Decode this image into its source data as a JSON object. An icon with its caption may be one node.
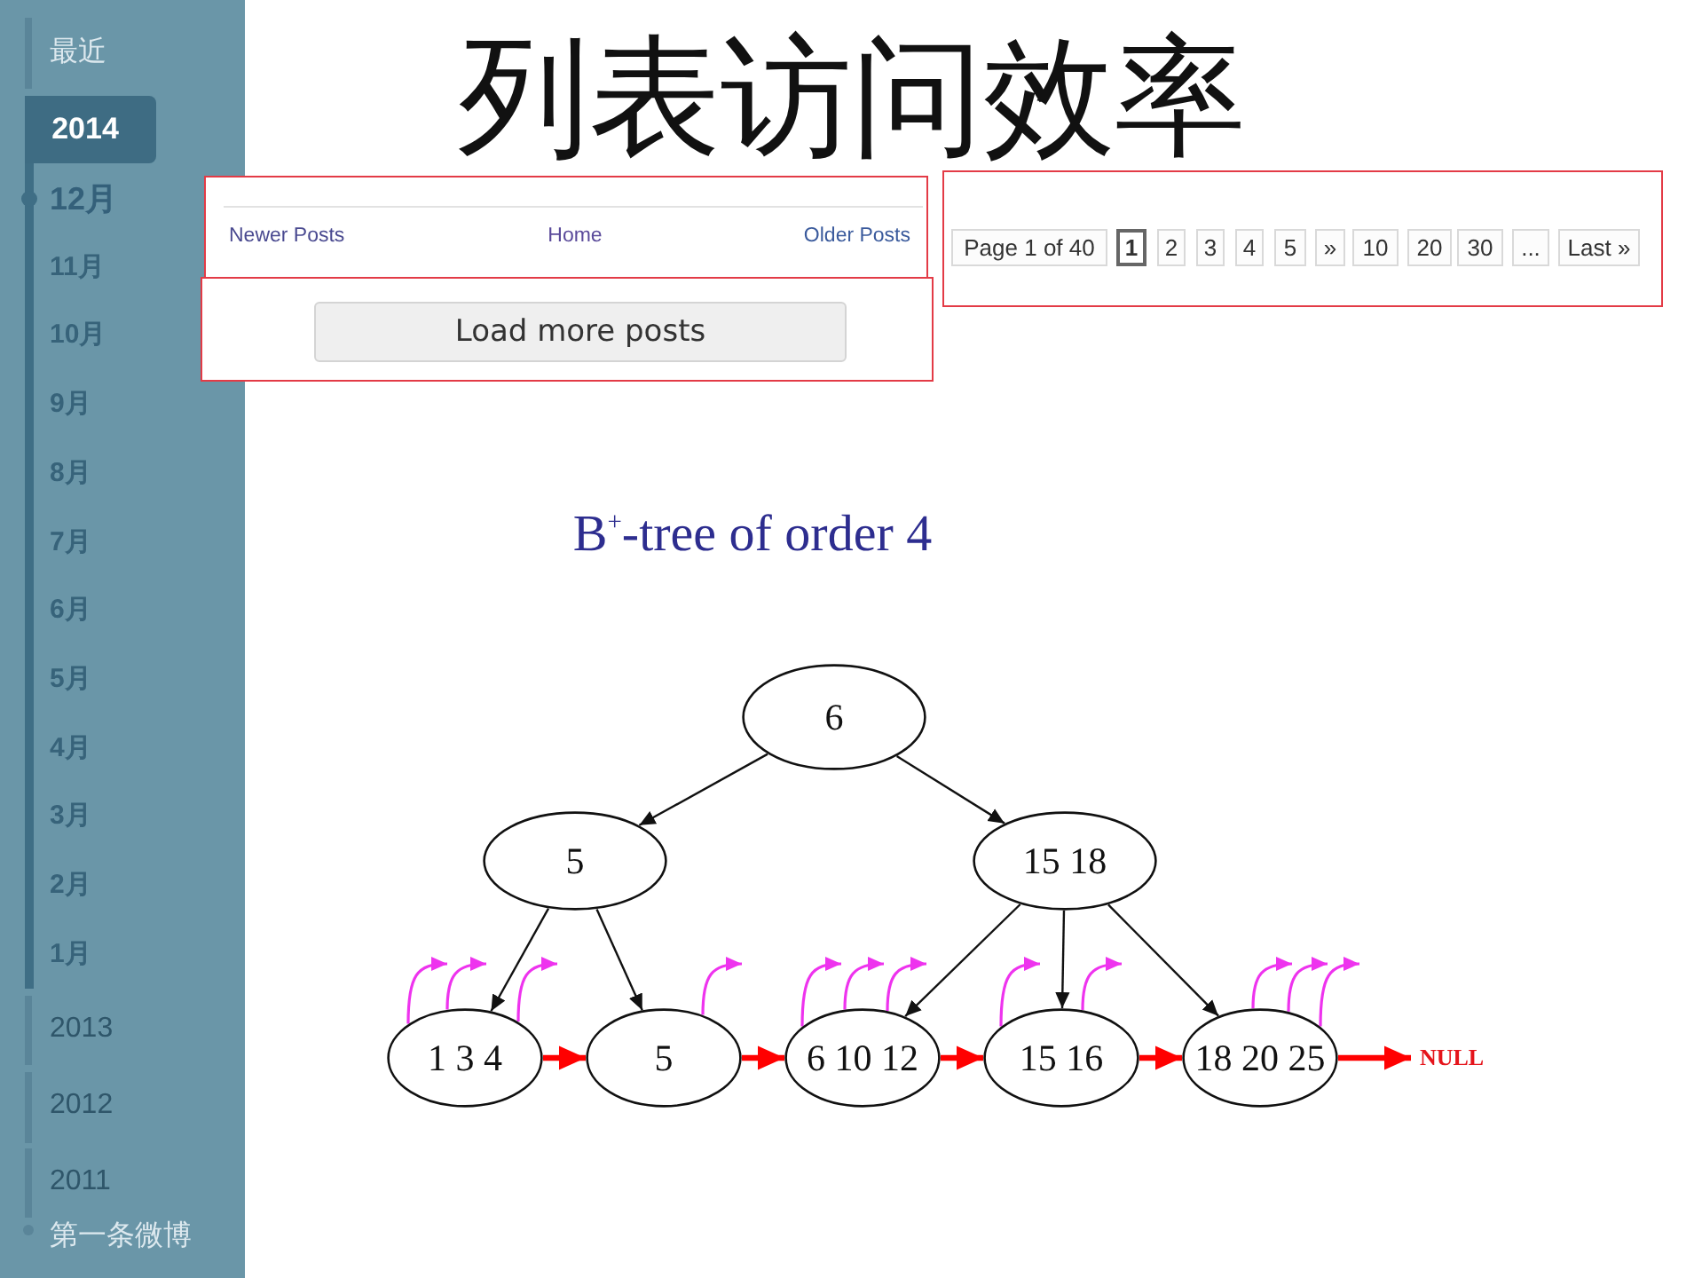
{
  "diagram": {
    "title": "列表访问效率",
    "nodes": [
      {
        "text": [
          "最近",
          "12月",
          "11月",
          "10月",
          "9月",
          "8月",
          "7月",
          "6月",
          "5月",
          "4月",
          "3月",
          "2月",
          "1月",
          "2013",
          "2012",
          "2011",
          "第一条微博"
        ]
      },
      {
        "text": [
          "2014"
        ],
        "in": 0
      },
      {
        "text": [
          "Newer Posts",
          "Home",
          "Older Posts"
        ]
      },
      {
        "text": [],
        "shape": "box"
      },
      {
        "text": [
          "Load more posts"
        ],
        "in": 3
      },
      {
        "text": [],
        "shape": "box"
      },
      {
        "text": [
          "Page 1 of 40"
        ],
        "in": 5
      },
      {
        "text": [
          "1"
        ],
        "in": 5
      },
      {
        "text": [
          "2"
        ],
        "in": 5
      },
      {
        "text": [
          "3"
        ],
        "in": 5
      },
      {
        "text": [
          "4"
        ],
        "in": 5
      },
      {
        "text": [
          "5"
        ],
        "in": 5
      },
      {
        "text": [
          "»"
        ],
        "in": 5
      },
      {
        "text": [
          "10"
        ],
        "in": 5
      },
      {
        "text": [
          "20"
        ],
        "in": 5
      },
      {
        "text": [
          "30"
        ],
        "in": 5
      },
      {
        "text": [
          "..."
        ],
        "in": 5
      },
      {
        "text": [
          "Last »"
        ],
        "in": 5
      },
      {
        "text": [
          "6"
        ]
      },
      {
        "text": [
          "5"
        ]
      },
      {
        "text": [
          "15 18"
        ]
      },
      {
        "text": [
          "1 3 4"
        ]
      },
      {
        "text": [
          "5"
        ]
      },
      {
        "text": [
          "6 10 12"
        ]
      },
      {
        "text": [
          "15 16"
        ]
      },
      {
        "text": [
          "18 20 25"
        ]
      },
      {
        "text": [
          "NULL"
        ]
      }
    ],
    "edges": [
      {
        "from": 18,
        "to": 19,
        "arrow": "to",
        "color": "#111111"
      },
      {
        "from": 18,
        "to": 20,
        "arrow": "to",
        "color": "#111111"
      },
      {
        "from": 19,
        "to": 21,
        "arrow": "to",
        "color": "#111111"
      },
      {
        "from": 19,
        "to": 22,
        "arrow": "to",
        "color": "#111111"
      },
      {
        "from": 20,
        "to": 23,
        "arrow": "to",
        "color": "#111111"
      },
      {
        "from": 20,
        "to": 24,
        "arrow": "to",
        "color": "#111111"
      },
      {
        "from": 20,
        "to": 25,
        "arrow": "to",
        "color": "#111111"
      },
      {
        "from": 21,
        "to": 22,
        "arrow": "to",
        "style": "thick",
        "color": "#ff0000"
      },
      {
        "from": 22,
        "to": 23,
        "arrow": "to",
        "style": "thick",
        "color": "#ff0000"
      },
      {
        "from": 23,
        "to": 24,
        "arrow": "to",
        "style": "thick",
        "color": "#ff0000"
      },
      {
        "from": 24,
        "to": 25,
        "arrow": "to",
        "style": "thick",
        "color": "#ff0000"
      },
      {
        "from": 25,
        "to": 26,
        "arrow": "to",
        "style": "thick",
        "color": "#ff0000"
      },
      {
        "from": 21,
        "to": null,
        "arrow": "to",
        "color": "#ee33ee"
      },
      {
        "from": 21,
        "to": null,
        "arrow": "to",
        "color": "#ee33ee"
      },
      {
        "from": 21,
        "to": null,
        "arrow": "to",
        "color": "#ee33ee"
      },
      {
        "from": 22,
        "to": null,
        "arrow": "to",
        "color": "#ee33ee"
      },
      {
        "from": 23,
        "to": null,
        "arrow": "to",
        "color": "#ee33ee"
      },
      {
        "from": 23,
        "to": null,
        "arrow": "to",
        "color": "#ee33ee"
      },
      {
        "from": 23,
        "to": null,
        "arrow": "to",
        "color": "#ee33ee"
      },
      {
        "from": 24,
        "to": null,
        "arrow": "to",
        "color": "#ee33ee"
      },
      {
        "from": 24,
        "to": null,
        "arrow": "to",
        "color": "#ee33ee"
      },
      {
        "from": 25,
        "to": null,
        "arrow": "to",
        "color": "#ee33ee"
      },
      {
        "from": 25,
        "to": null,
        "arrow": "to",
        "color": "#ee33ee"
      },
      {
        "from": 25,
        "to": null,
        "arrow": "to",
        "color": "#ee33ee"
      }
    ],
    "labels": [
      "B$^{+}$-tree of order 4"
    ]
  }
}
